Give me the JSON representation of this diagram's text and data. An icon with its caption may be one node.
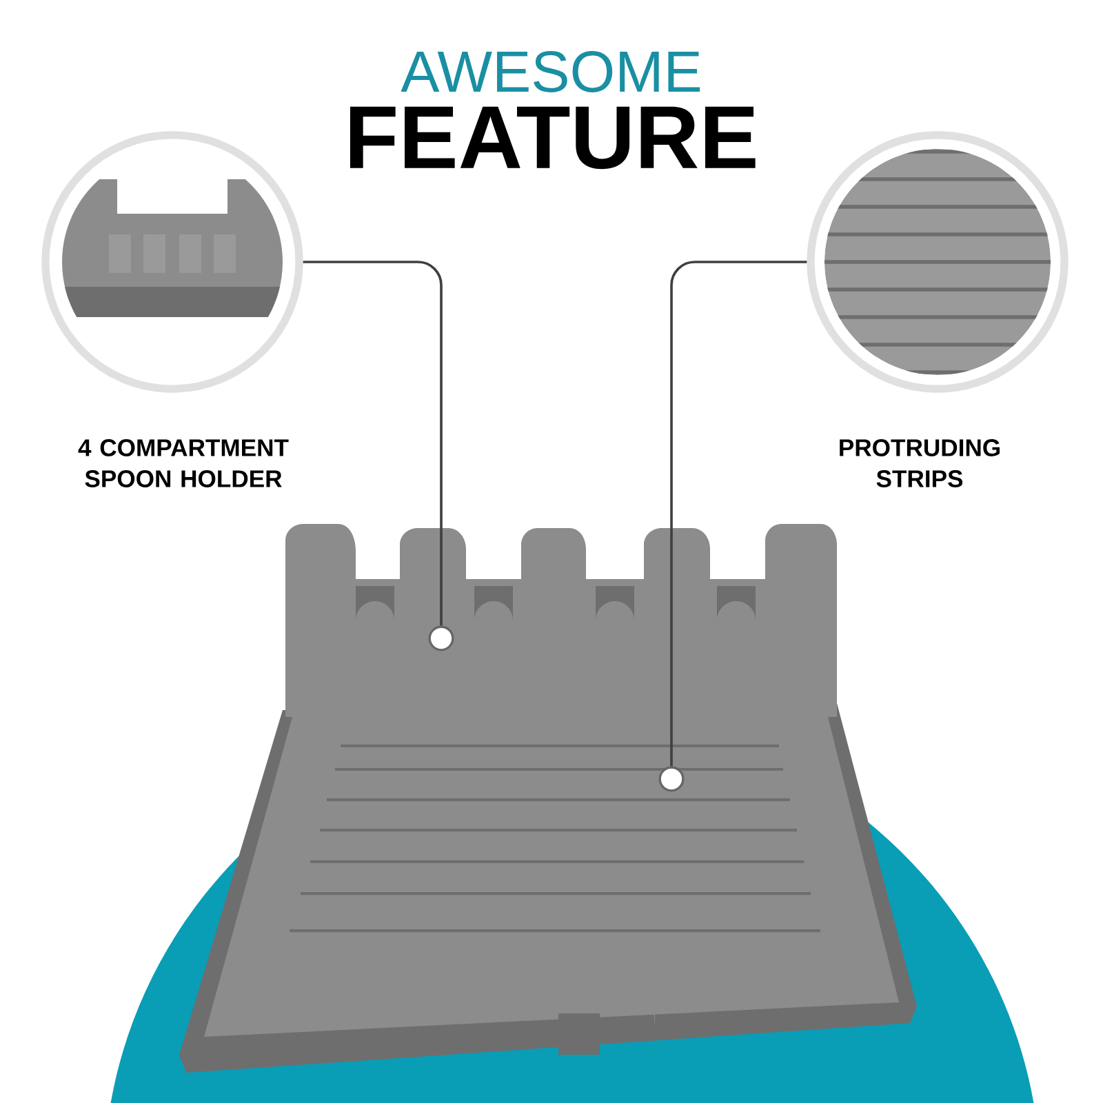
{
  "diagram": {
    "title": "AWESOME",
    "nodes": [
      {
        "text": [],
        "shape": "picture",
        "beside": [
          "4 COMPARTMENT SPOON HOLDER"
        ]
      },
      {
        "text": [],
        "shape": "picture",
        "beside": [
          "PROTRUDING STRIPS"
        ]
      },
      {
        "text": [],
        "shape": "circle"
      },
      {
        "text": [],
        "shape": "circle"
      }
    ],
    "edges": [
      {
        "from": 0,
        "to": 2,
        "arrow": "none"
      },
      {
        "from": 1,
        "to": 3,
        "arrow": "none"
      }
    ],
    "labels": [
      "FEATURE"
    ]
  }
}
